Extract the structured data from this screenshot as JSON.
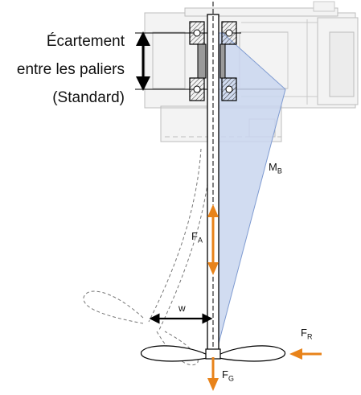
{
  "caption": {
    "line1": "Écartement",
    "line2": "entre les paliers",
    "line3": "(Standard)"
  },
  "symbols": {
    "moment": {
      "base": "M",
      "sub": "B"
    },
    "axial": {
      "base": "F",
      "sub": "A"
    },
    "radial": {
      "base": "F",
      "sub": "R"
    },
    "weight": {
      "base": "F",
      "sub": "G"
    },
    "offset": "w"
  },
  "colors": {
    "force_arrow": "#e8831a",
    "moment_fill": "#c9d6ee",
    "moment_edge": "#7f9bd1",
    "housing": "#f3f3f3",
    "housing_edge": "#bcbcbc",
    "shaft": "#ffffff"
  }
}
